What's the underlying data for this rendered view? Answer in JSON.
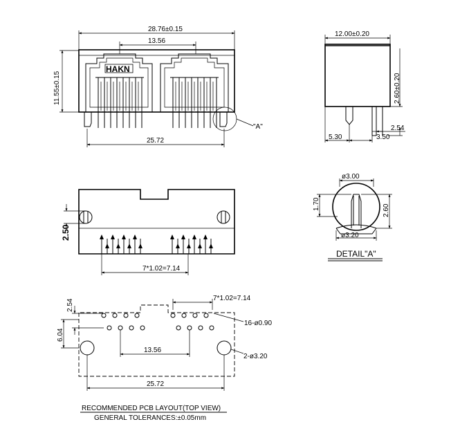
{
  "front_view": {
    "overall_width": "28.76±0.15",
    "port_pitch": "13.56",
    "height": "11.55±0.15",
    "pin_span": "25.72",
    "detail_callout": "\"A\"",
    "logo_text": "HAKN"
  },
  "side_view": {
    "depth": "12.00±0.20",
    "pin_length": "2.60±0.20",
    "pin_offset_small": "2.54",
    "pin_offset_left": "5.30",
    "pin_offset_right": "3.50"
  },
  "bottom_view": {
    "peg_height": "2.50",
    "pin_pitch": "7*1.02=7.14"
  },
  "detail_a": {
    "top_dia": "ø3.00",
    "bottom_dia": "ø3.20",
    "left_height": "1.70",
    "right_height": "2.60",
    "title": "DETAIL\"A\""
  },
  "pcb_layout": {
    "pitch": "7*1.02=7.14",
    "row_offset": "2.54",
    "row_to_peg": "6.04",
    "pin_holes": "16-ø0.90",
    "peg_holes": "2-ø3.20",
    "port_pitch": "13.56",
    "peg_span": "25.72",
    "title": "RECOMMENDED  PCB  LAYOUT(TOP  VIEW)",
    "tolerance": "GENERAL  TOLERANCES:±0.05mm"
  }
}
